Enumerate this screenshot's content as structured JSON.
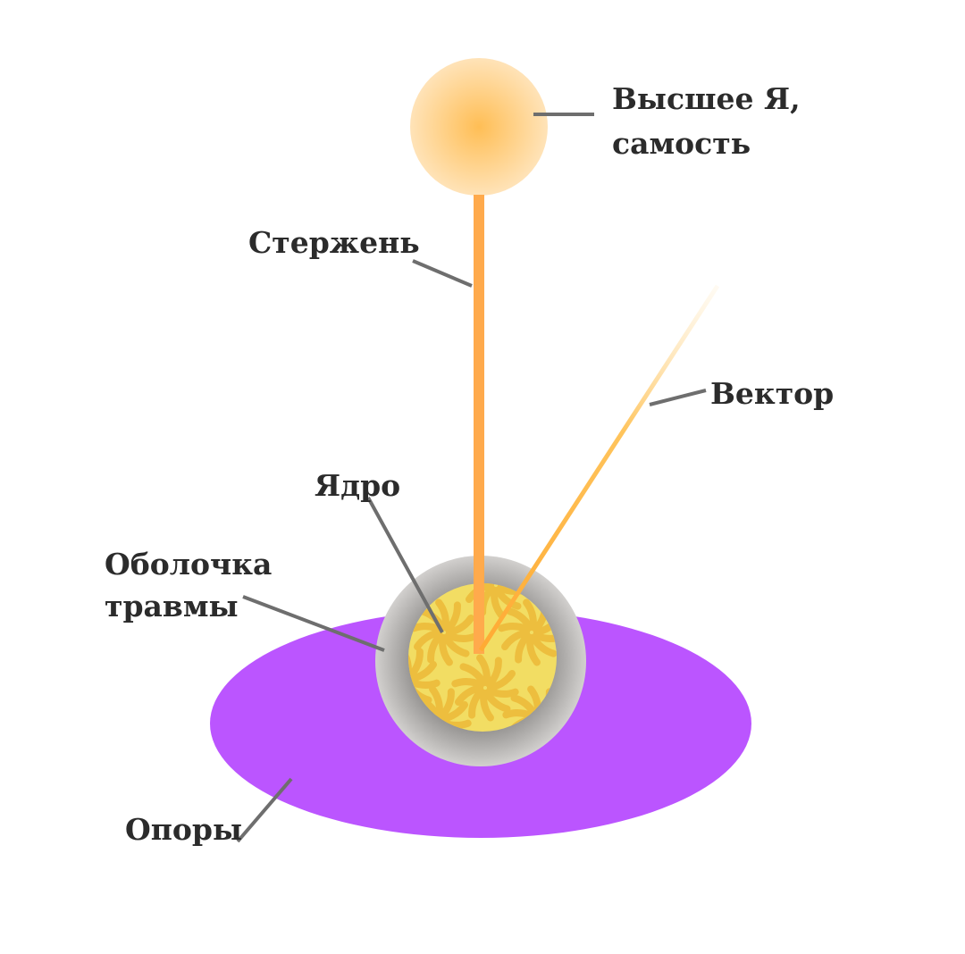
{
  "labels": {
    "self_line1": "Высшее Я,",
    "self_line2": "самость",
    "rod": "Стержень",
    "vector": "Вектор",
    "core": "Ядро",
    "shell_line1": "Оболочка",
    "shell_line2": "травмы",
    "supports": "Опоры"
  },
  "colors": {
    "supports": "#BB55FF",
    "rod": "#FFAA4C",
    "core": "#F2DD63",
    "core_pattern": "#EDBE3E",
    "shell_outer": "#CFCDCB",
    "shell_inner": "#8C8A88",
    "self_center": "#FFBE55",
    "self_edge": "#FFE2B4",
    "leader": "#6E6E6E"
  }
}
